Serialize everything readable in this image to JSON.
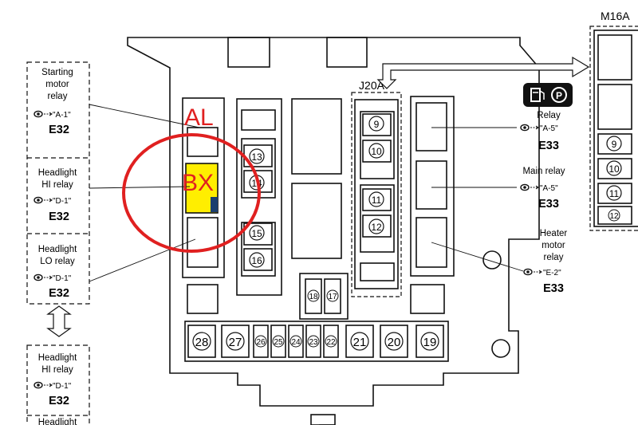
{
  "left_panel": {
    "items": [
      {
        "label_lines": [
          "Starting",
          "motor",
          "relay"
        ],
        "ref": "\"A-1\"",
        "code": "E32"
      },
      {
        "label_lines": [
          "Headlight",
          "HI relay"
        ],
        "ref": "\"D-1\"",
        "code": "E32"
      },
      {
        "label_lines": [
          "Headlight",
          "LO relay"
        ],
        "ref": "\"D-1\"",
        "code": "E32"
      },
      {
        "label_lines": [
          "Headlight",
          "HI relay"
        ],
        "ref": "\"D-1\"",
        "code": "E32"
      },
      {
        "label_lines": [
          "Headlight"
        ],
        "ref": "",
        "code": ""
      }
    ]
  },
  "right_panel": {
    "items": [
      {
        "label_lines": [
          "Relay"
        ],
        "ref": "\"A-5\"",
        "code": "E33"
      },
      {
        "label_lines": [
          "Main relay"
        ],
        "ref": "\"A-5\"",
        "code": "E33"
      },
      {
        "label_lines": [
          "Heater",
          "motor",
          "relay"
        ],
        "ref": "\"E-2\"",
        "code": "E33"
      }
    ]
  },
  "annotations": {
    "al": "AL",
    "bx": "BX",
    "j20a": "J20A",
    "m16a": "M16A"
  },
  "fuses": {
    "center": [
      "13",
      "14",
      "15",
      "16"
    ],
    "j20a": [
      "9",
      "10",
      "11",
      "12"
    ],
    "small": [
      "18",
      "17"
    ],
    "bottom": [
      "28",
      "27",
      "26",
      "25",
      "24",
      "23",
      "22",
      "21",
      "20",
      "19"
    ],
    "m16a": [
      "9",
      "10",
      "11",
      "12"
    ]
  },
  "colors": {
    "line": "#111111",
    "annotation_red": "#e02020",
    "highlight_yellow": "#ffee00",
    "dark_blue": "#1a3e6e"
  }
}
